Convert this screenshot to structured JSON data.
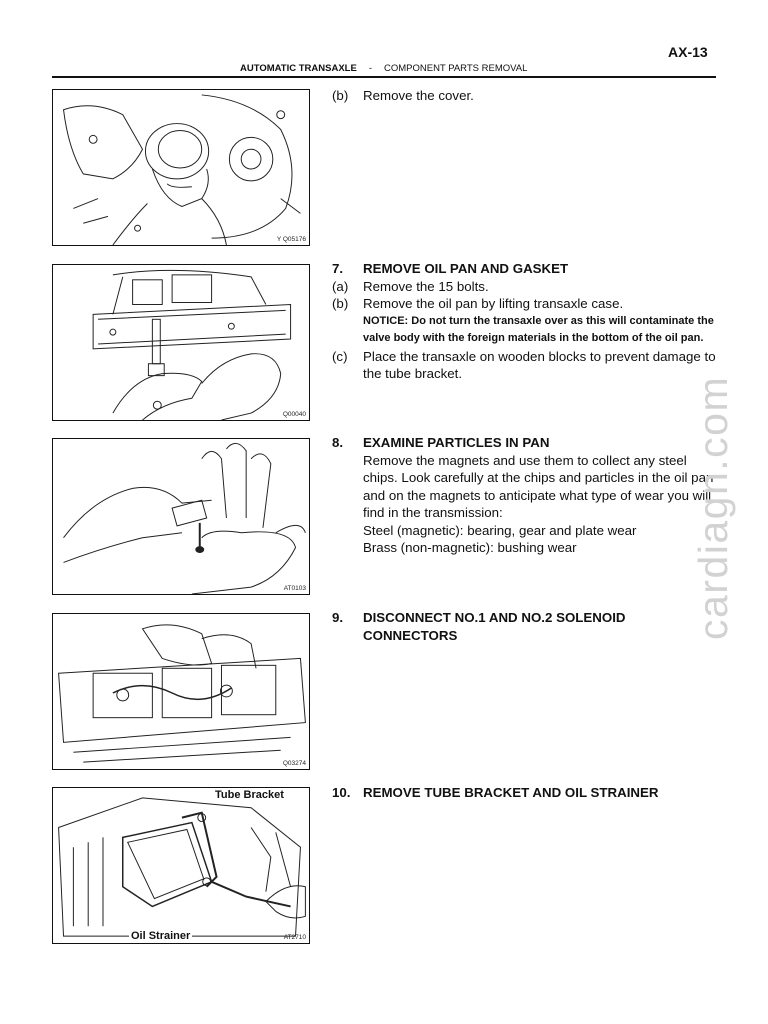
{
  "page_number": "AX-13",
  "header": {
    "section": "AUTOMATIC TRANSAXLE",
    "separator": "-",
    "subsection": "COMPONENT PARTS REMOVAL"
  },
  "figures": [
    {
      "code": "Y  Q05176"
    },
    {
      "code": "Q00040"
    },
    {
      "code": "AT0103"
    },
    {
      "code": "Q03274"
    },
    {
      "code": "AT2710",
      "label_top": "Tube Bracket",
      "label_bottom": "Oil Strainer"
    }
  ],
  "step6": {
    "b_label": "(b)",
    "b_text": "Remove the cover."
  },
  "step7": {
    "num": "7.",
    "title": "REMOVE OIL PAN AND GASKET",
    "a_label": "(a)",
    "a_text": "Remove the 15 bolts.",
    "b_label": "(b)",
    "b_text": "Remove the oil pan by lifting transaxle case.",
    "notice": "NOTICE: Do not turn the transaxle over as this will contaminate the valve body with the foreign materials in the bottom of the oil pan.",
    "c_label": "(c)",
    "c_text": "Place the transaxle on wooden blocks to prevent damage to the tube bracket."
  },
  "step8": {
    "num": "8.",
    "title": "EXAMINE PARTICLES IN PAN",
    "body": "Remove the magnets and use them to collect any steel chips. Look carefully at the chips and particles in the oil pan and on the magnets to anticipate what type of wear you will find in the transmission:",
    "steel": "Steel (magnetic): bearing, gear and plate wear",
    "brass": "Brass (non-magnetic): bushing wear"
  },
  "step9": {
    "num": "9.",
    "title": "DISCONNECT NO.1 AND NO.2 SOLENOID CONNECTORS"
  },
  "step10": {
    "num": "10.",
    "title": "REMOVE TUBE BRACKET AND OIL STRAINER"
  },
  "watermark": "cardiagn.com"
}
